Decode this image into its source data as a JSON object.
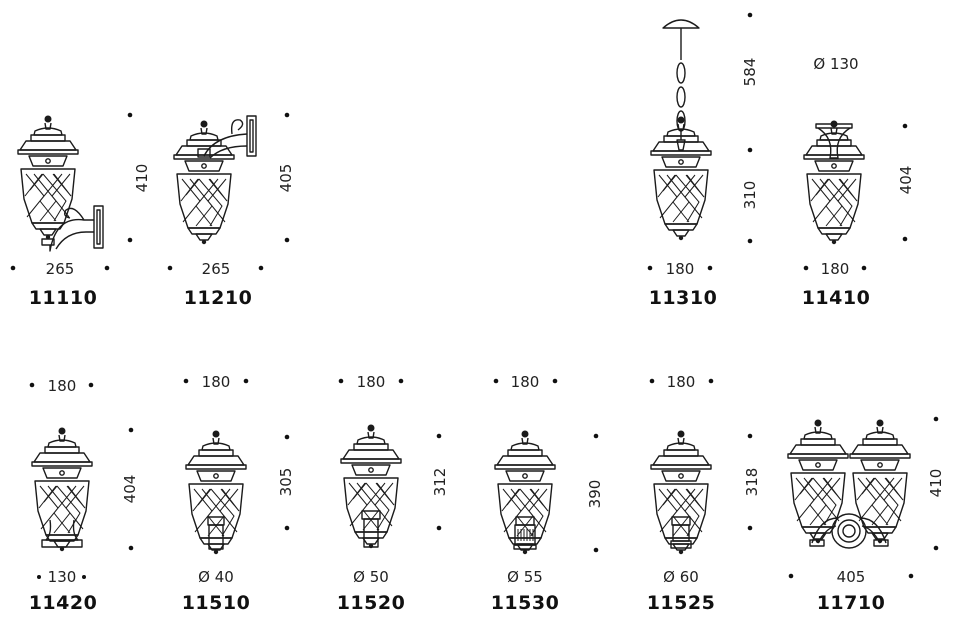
{
  "products": [
    {
      "code": "11110",
      "width_label": "265",
      "height_label": "410"
    },
    {
      "code": "11210",
      "width_label": "265",
      "height_label": "405"
    },
    {
      "code": "11310",
      "width_label": "180",
      "chain_label": "584",
      "height_label": "310"
    },
    {
      "code": "11410",
      "width_label": "180",
      "height_label": "404",
      "top_label": "Ø 130"
    },
    {
      "code": "11420",
      "top_label": "180",
      "height_label": "404",
      "base_label": "130"
    },
    {
      "code": "11510",
      "top_label": "180",
      "height_label": "305",
      "base_label": "Ø 40"
    },
    {
      "code": "11520",
      "top_label": "180",
      "height_label": "312",
      "base_label": "Ø 50"
    },
    {
      "code": "11530",
      "top_label": "180",
      "height_label": "390",
      "base_label": "Ø 55"
    },
    {
      "code": "11525",
      "top_label": "180",
      "height_label": "318",
      "base_label": "Ø 60"
    },
    {
      "code": "11710",
      "width_label": "405",
      "height_label": "410"
    }
  ]
}
